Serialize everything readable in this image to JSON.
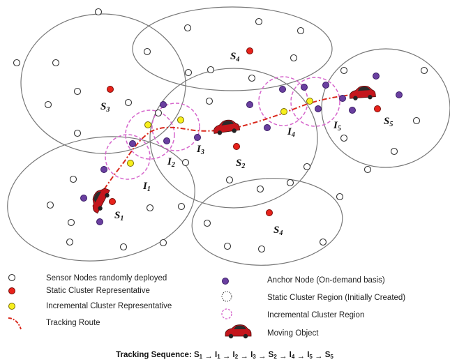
{
  "colors": {
    "sensor": "#ffffff",
    "static_rep": "#e8221b",
    "incremental_rep": "#f7ef1d",
    "anchor": "#6a3fa0",
    "static_region": "#777777",
    "incremental_region": "#d666cc",
    "route": "#d9281c",
    "car": "#c4161c"
  },
  "region_labels": [
    {
      "letter": "S",
      "sub": "1"
    },
    {
      "letter": "S",
      "sub": "2"
    },
    {
      "letter": "S",
      "sub": "3"
    },
    {
      "letter": "S",
      "sub": "4"
    },
    {
      "letter": "S",
      "sub": "4"
    },
    {
      "letter": "S",
      "sub": "5"
    },
    {
      "letter": "I",
      "sub": "1"
    },
    {
      "letter": "I",
      "sub": "2"
    },
    {
      "letter": "I",
      "sub": "3"
    },
    {
      "letter": "I",
      "sub": "4"
    },
    {
      "letter": "I",
      "sub": "5"
    }
  ],
  "legend": {
    "sensor": "Sensor Nodes randomly deployed",
    "static_rep": "Static Cluster Representative",
    "incremental_rep": "Incremental Cluster Representative",
    "route": "Tracking Route",
    "anchor": "Anchor Node (On-demand basis)",
    "static_region": "Static Cluster Region (Initially Created)",
    "incremental_region": "Incremental Cluster Region",
    "moving_object": "Moving Object"
  },
  "sequence": {
    "prefix": "Tracking Sequence:",
    "steps": [
      {
        "letter": "S",
        "sub": "1"
      },
      {
        "letter": "I",
        "sub": "1"
      },
      {
        "letter": "I",
        "sub": "2"
      },
      {
        "letter": "I",
        "sub": "3"
      },
      {
        "letter": "S",
        "sub": "2"
      },
      {
        "letter": "I",
        "sub": "4"
      },
      {
        "letter": "I",
        "sub": "5"
      },
      {
        "letter": "S",
        "sub": "5"
      }
    ],
    "arrow": "→"
  }
}
